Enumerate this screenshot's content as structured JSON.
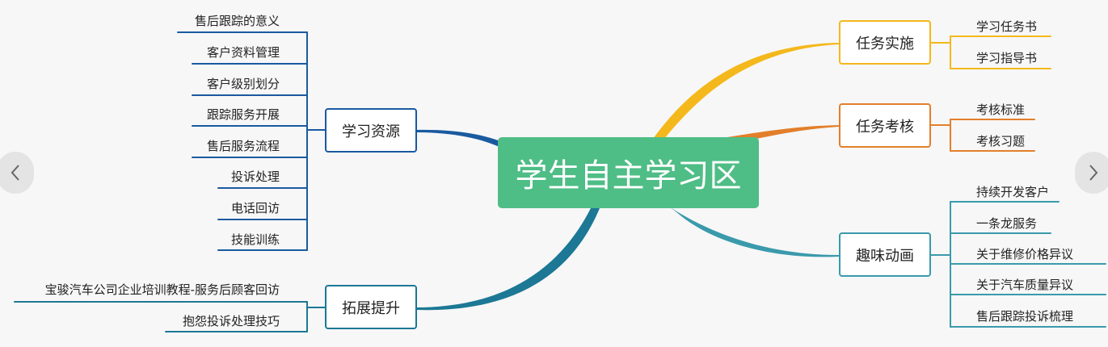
{
  "central": {
    "label": "学生自主学习区",
    "color": "#4fbd86"
  },
  "branches": [
    {
      "id": "learning-resources",
      "label": "学习资源",
      "color": "#1a5aa0",
      "leaves": [
        "售后跟踪的意义",
        "客户资料管理",
        "客户级别划分",
        "跟踪服务开展",
        "售后服务流程",
        "投诉处理",
        "电话回访",
        "技能训练"
      ]
    },
    {
      "id": "extension",
      "label": "拓展提升",
      "color": "#1c7895",
      "leaves": [
        "宝骏汽车公司企业培训教程-服务后顾客回访",
        "抱怨投诉处理技巧"
      ]
    },
    {
      "id": "task-implementation",
      "label": "任务实施",
      "color": "#f4b81c",
      "leaves": [
        "学习任务书",
        "学习指导书"
      ]
    },
    {
      "id": "task-assessment",
      "label": "任务考核",
      "color": "#e37f2a",
      "leaves": [
        "考核标准",
        "考核习题"
      ]
    },
    {
      "id": "fun-animation",
      "label": "趣味动画",
      "color": "#3a9aab",
      "leaves": [
        "持续开发客户",
        "一条龙服务",
        "关于维修价格异议",
        "关于汽车质量异议",
        "售后跟踪投诉梳理"
      ]
    }
  ],
  "nav": {
    "prev_icon": "chevron-left-icon",
    "next_icon": "chevron-right-icon"
  }
}
